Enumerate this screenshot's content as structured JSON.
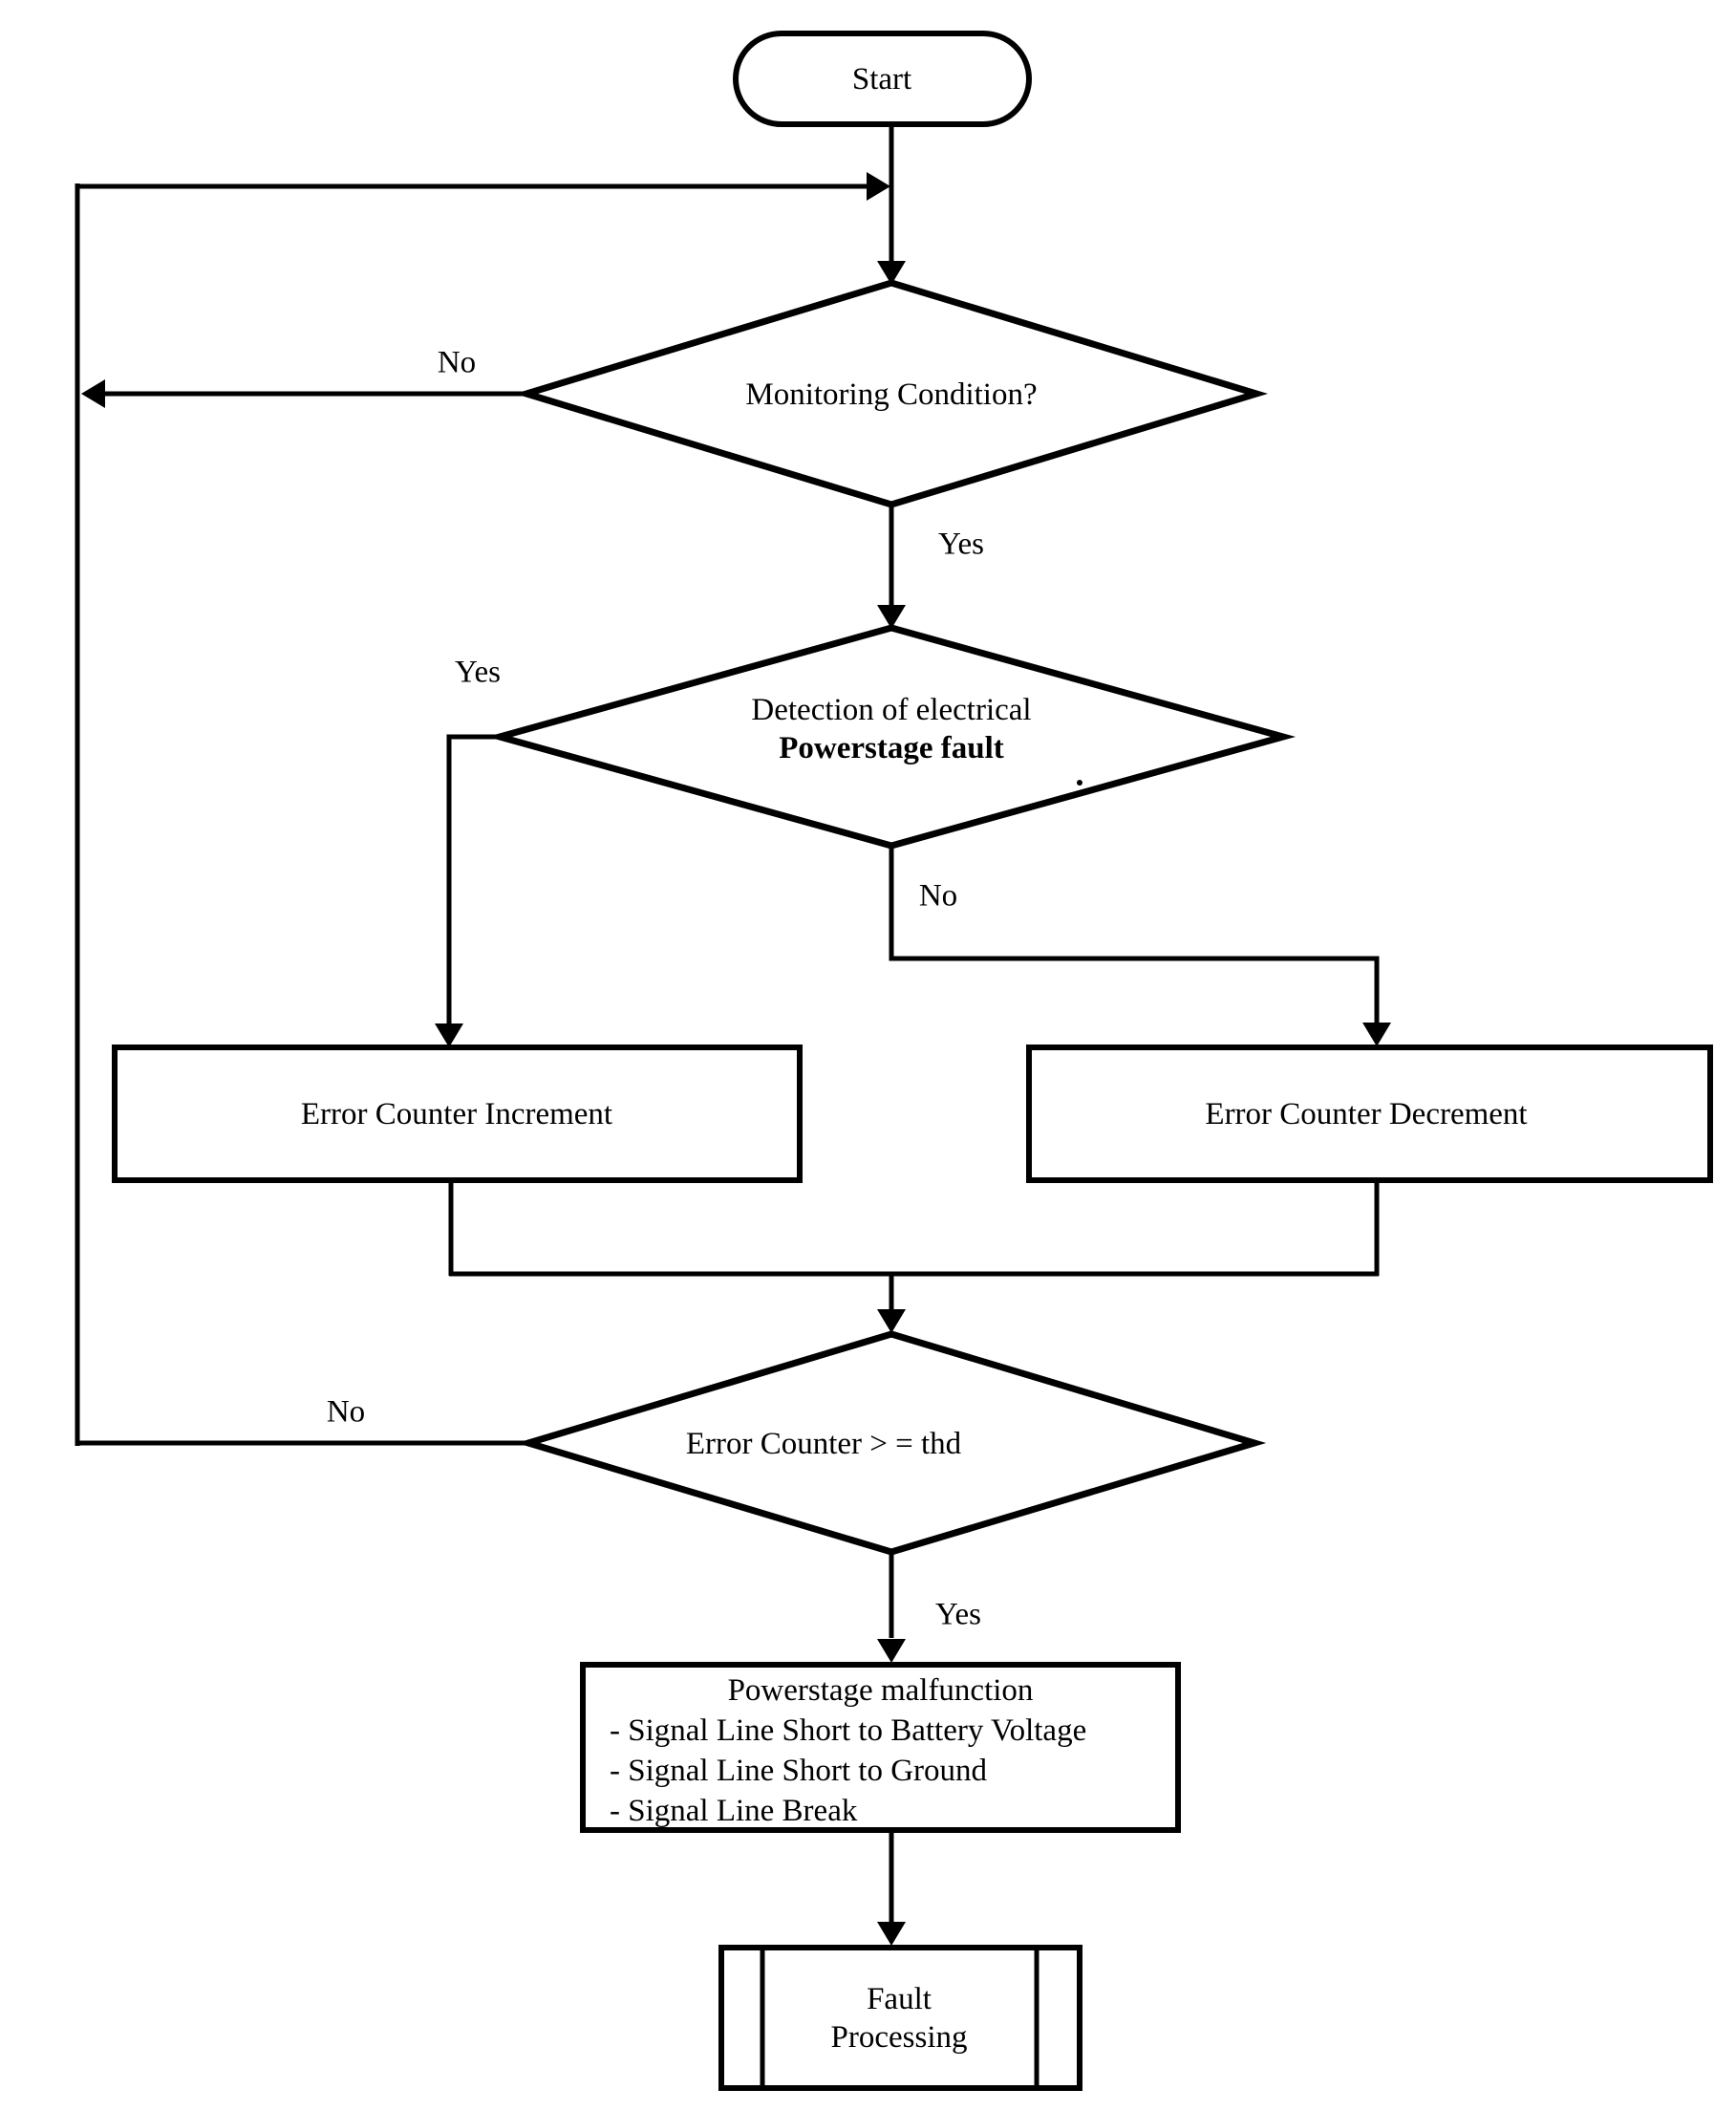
{
  "diagram": {
    "type": "flowchart",
    "colors": {
      "stroke": "#000000",
      "background": "#ffffff",
      "text": "#000000"
    },
    "nodes": {
      "start": {
        "shape": "terminator",
        "label": "Start"
      },
      "monitoring": {
        "shape": "decision",
        "label": "Monitoring Condition?"
      },
      "detection": {
        "shape": "decision",
        "label_line1": "Detection of electrical",
        "label_line2": "Powerstage fault"
      },
      "increment": {
        "shape": "process",
        "label": "Error Counter Increment"
      },
      "decrement": {
        "shape": "process",
        "label": "Error Counter Decrement"
      },
      "threshold": {
        "shape": "decision",
        "label": "Error Counter > = thd"
      },
      "malfunction": {
        "shape": "process",
        "title": "Powerstage malfunction",
        "items": [
          "- Signal Line Short to Battery Voltage",
          "- Signal Line Short to Ground",
          "- Signal Line Break"
        ]
      },
      "fault": {
        "shape": "predefined-process",
        "label_line1": "Fault",
        "label_line2": "Processing"
      }
    },
    "edge_labels": {
      "monitoring_no": "No",
      "monitoring_yes": "Yes",
      "detection_yes": "Yes",
      "detection_no": "No",
      "threshold_no": "No",
      "threshold_yes": "Yes"
    }
  }
}
